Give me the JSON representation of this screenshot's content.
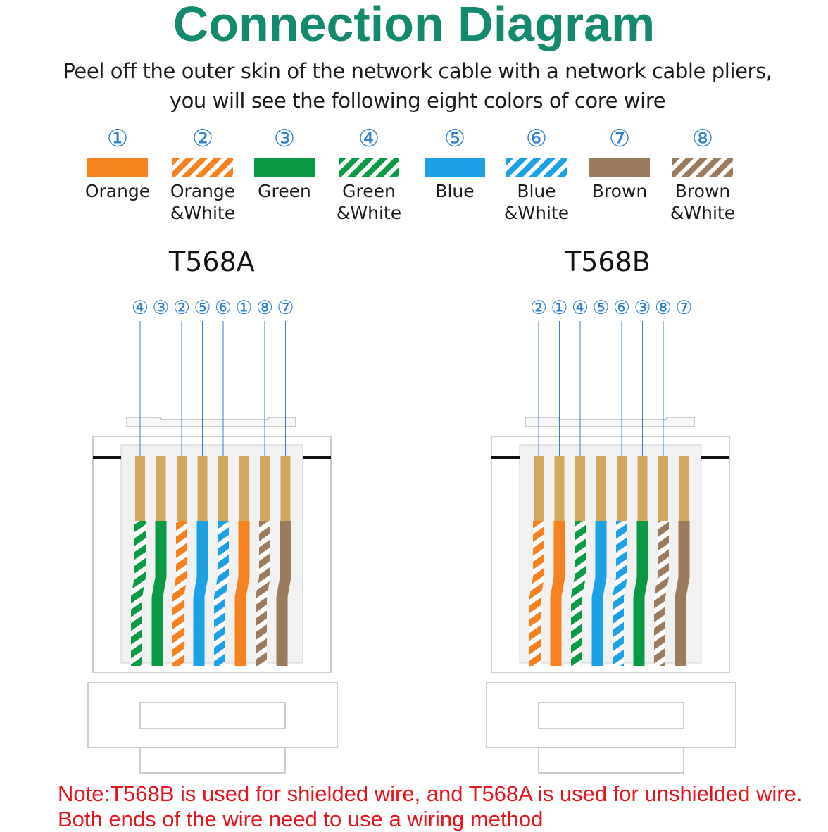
{
  "title": "Connection Diagram",
  "subtitle": "Peel off the outer skin of the network cable with a network cable pliers, you will see the following eight colors of core wire",
  "colors": {
    "orange": "#f5821f",
    "green": "#0a9a44",
    "blue": "#1da1e6",
    "brown": "#9c7b5c",
    "gold": "#d4a85c",
    "title": "#138a6e",
    "number": "#2f7fd0",
    "note": "#e8141b"
  },
  "legend": [
    {
      "num": "①",
      "label": "Orange",
      "color": "orange",
      "striped": false
    },
    {
      "num": "②",
      "label": "Orange\n&White",
      "color": "orange",
      "striped": true
    },
    {
      "num": "③",
      "label": "Green",
      "color": "green",
      "striped": false
    },
    {
      "num": "④",
      "label": "Green\n&White",
      "color": "green",
      "striped": true
    },
    {
      "num": "⑤",
      "label": "Blue",
      "color": "blue",
      "striped": false
    },
    {
      "num": "⑥",
      "label": "Blue\n&White",
      "color": "blue",
      "striped": true
    },
    {
      "num": "⑦",
      "label": "Brown",
      "color": "brown",
      "striped": false
    },
    {
      "num": "⑧",
      "label": "Brown\n&White",
      "color": "brown",
      "striped": true
    }
  ],
  "standards": [
    {
      "name": "T568A",
      "order": [
        "④",
        "③",
        "②",
        "⑤",
        "⑥",
        "①",
        "⑧",
        "⑦"
      ],
      "wires": [
        4,
        3,
        2,
        5,
        6,
        1,
        8,
        7
      ]
    },
    {
      "name": "T568B",
      "order": [
        "②",
        "①",
        "④",
        "⑤",
        "⑥",
        "③",
        "⑧",
        "⑦"
      ],
      "wires": [
        2,
        1,
        4,
        5,
        6,
        3,
        8,
        7
      ]
    }
  ],
  "note": "Note:T568B is used for shielded wire, and T568A is used for unshielded wire. Both ends of the wire need to use a wiring method"
}
